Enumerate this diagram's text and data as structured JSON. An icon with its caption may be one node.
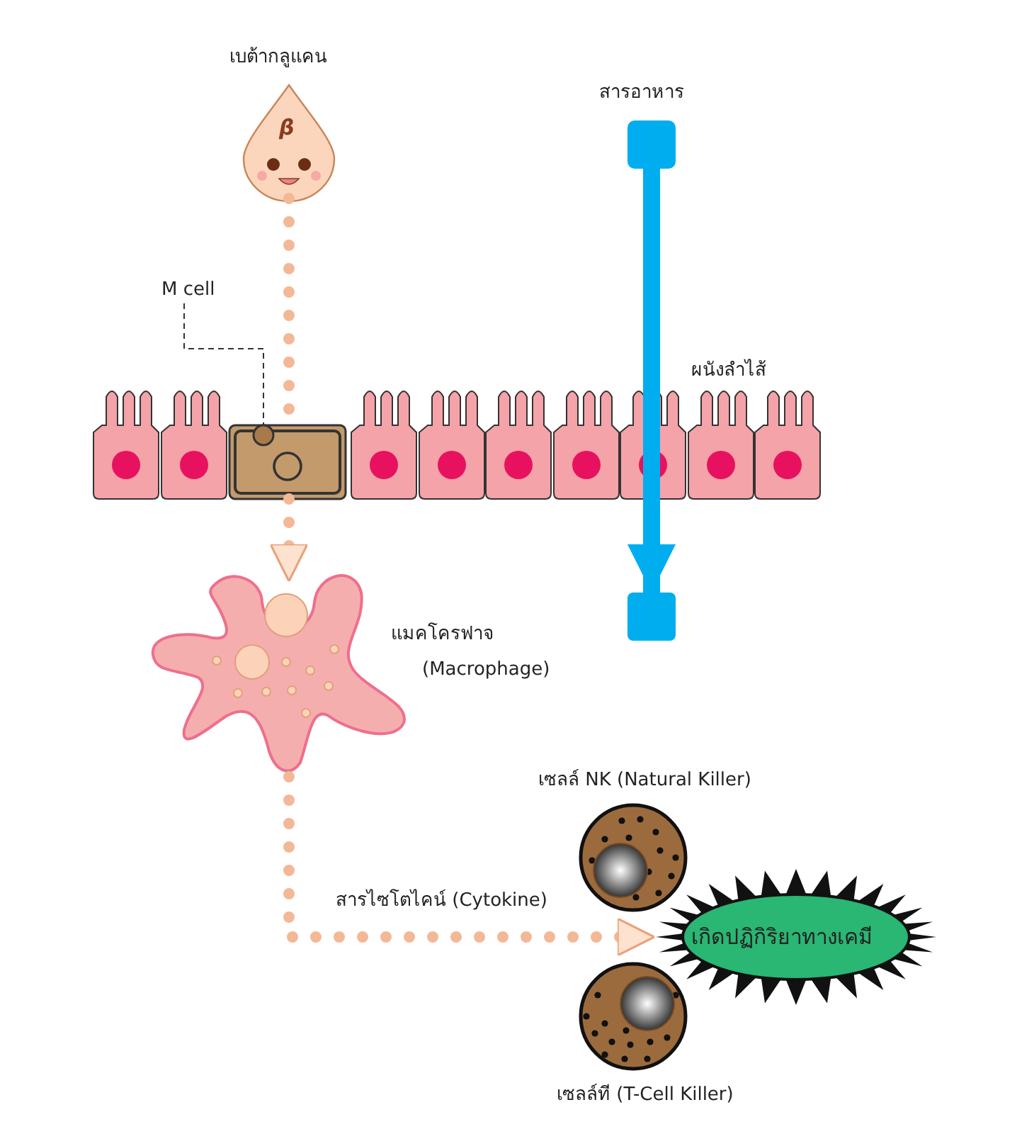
{
  "diagram": {
    "nodes": [
      {
        "text": [
          "เบต้ากลูแคน",
          "β"
        ]
      },
      {
        "text": [
          "สารอาหาร"
        ]
      },
      {
        "text": [],
        "shape": "box"
      },
      {
        "text": [
          "ผนังลำไส้"
        ]
      },
      {
        "text": [
          "M cell"
        ]
      },
      {
        "text": [],
        "shape": "box",
        "in": 3
      },
      {
        "text": [
          "แมคโครฟาจ",
          "(Macrophage)"
        ]
      },
      {
        "text": [
          "เซลล์ NK (Natural Killer)"
        ]
      },
      {
        "text": [
          "เซลล์ที (T-Cell Killer)"
        ]
      },
      {
        "text": [
          "เกิดปฏิกิริยาทางเคมี"
        ]
      }
    ],
    "edges": [
      {
        "from": 4,
        "to": 5,
        "arrow": "none",
        "style": "dashed",
        "color": "#333333"
      },
      {
        "from": 0,
        "to": 5,
        "arrow": "none",
        "style": "dashed"
      },
      {
        "from": 5,
        "to": 6,
        "arrow": "to",
        "style": "dashed"
      },
      {
        "from": 6,
        "to": 9,
        "arrow": "to",
        "style": "dashed",
        "label": "สารไซโตไคน์ (Cytokine)"
      },
      {
        "from": 1,
        "to": 2,
        "arrow": "to",
        "color": "#00aeef"
      }
    ]
  }
}
